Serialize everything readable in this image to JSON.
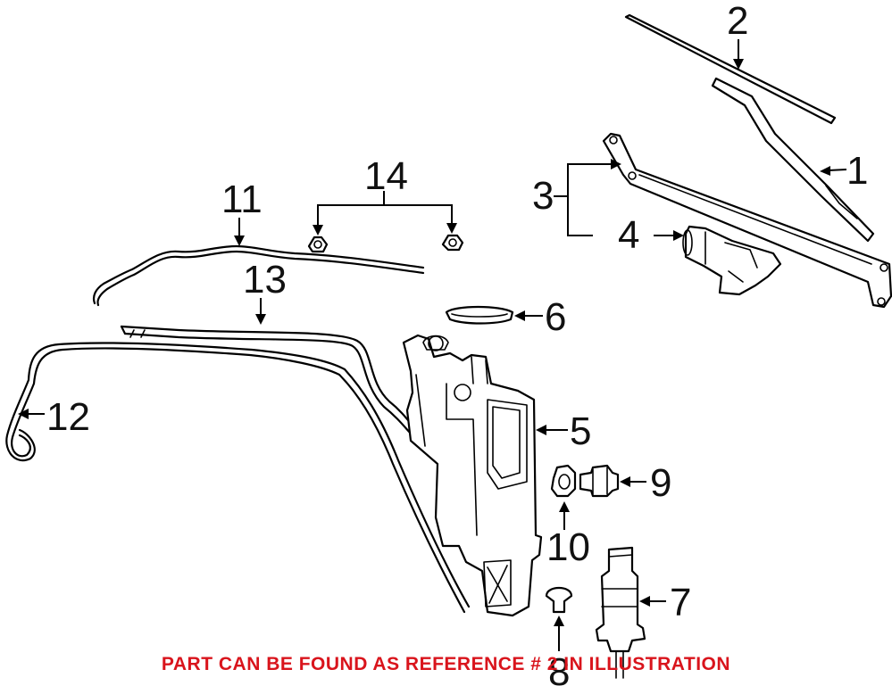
{
  "callouts": {
    "c1": "1",
    "c2": "2",
    "c3": "3",
    "c4": "4",
    "c5": "5",
    "c6": "6",
    "c7": "7",
    "c8": "8",
    "c9": "9",
    "c10": "10",
    "c11": "11",
    "c12": "12",
    "c13": "13",
    "c14": "14"
  },
  "caption": "PART CAN BE FOUND AS REFERENCE # 2 IN ILLUSTRATION",
  "colors": {
    "caption": "#d9141c",
    "lines": "#000000",
    "background": "#ffffff"
  }
}
